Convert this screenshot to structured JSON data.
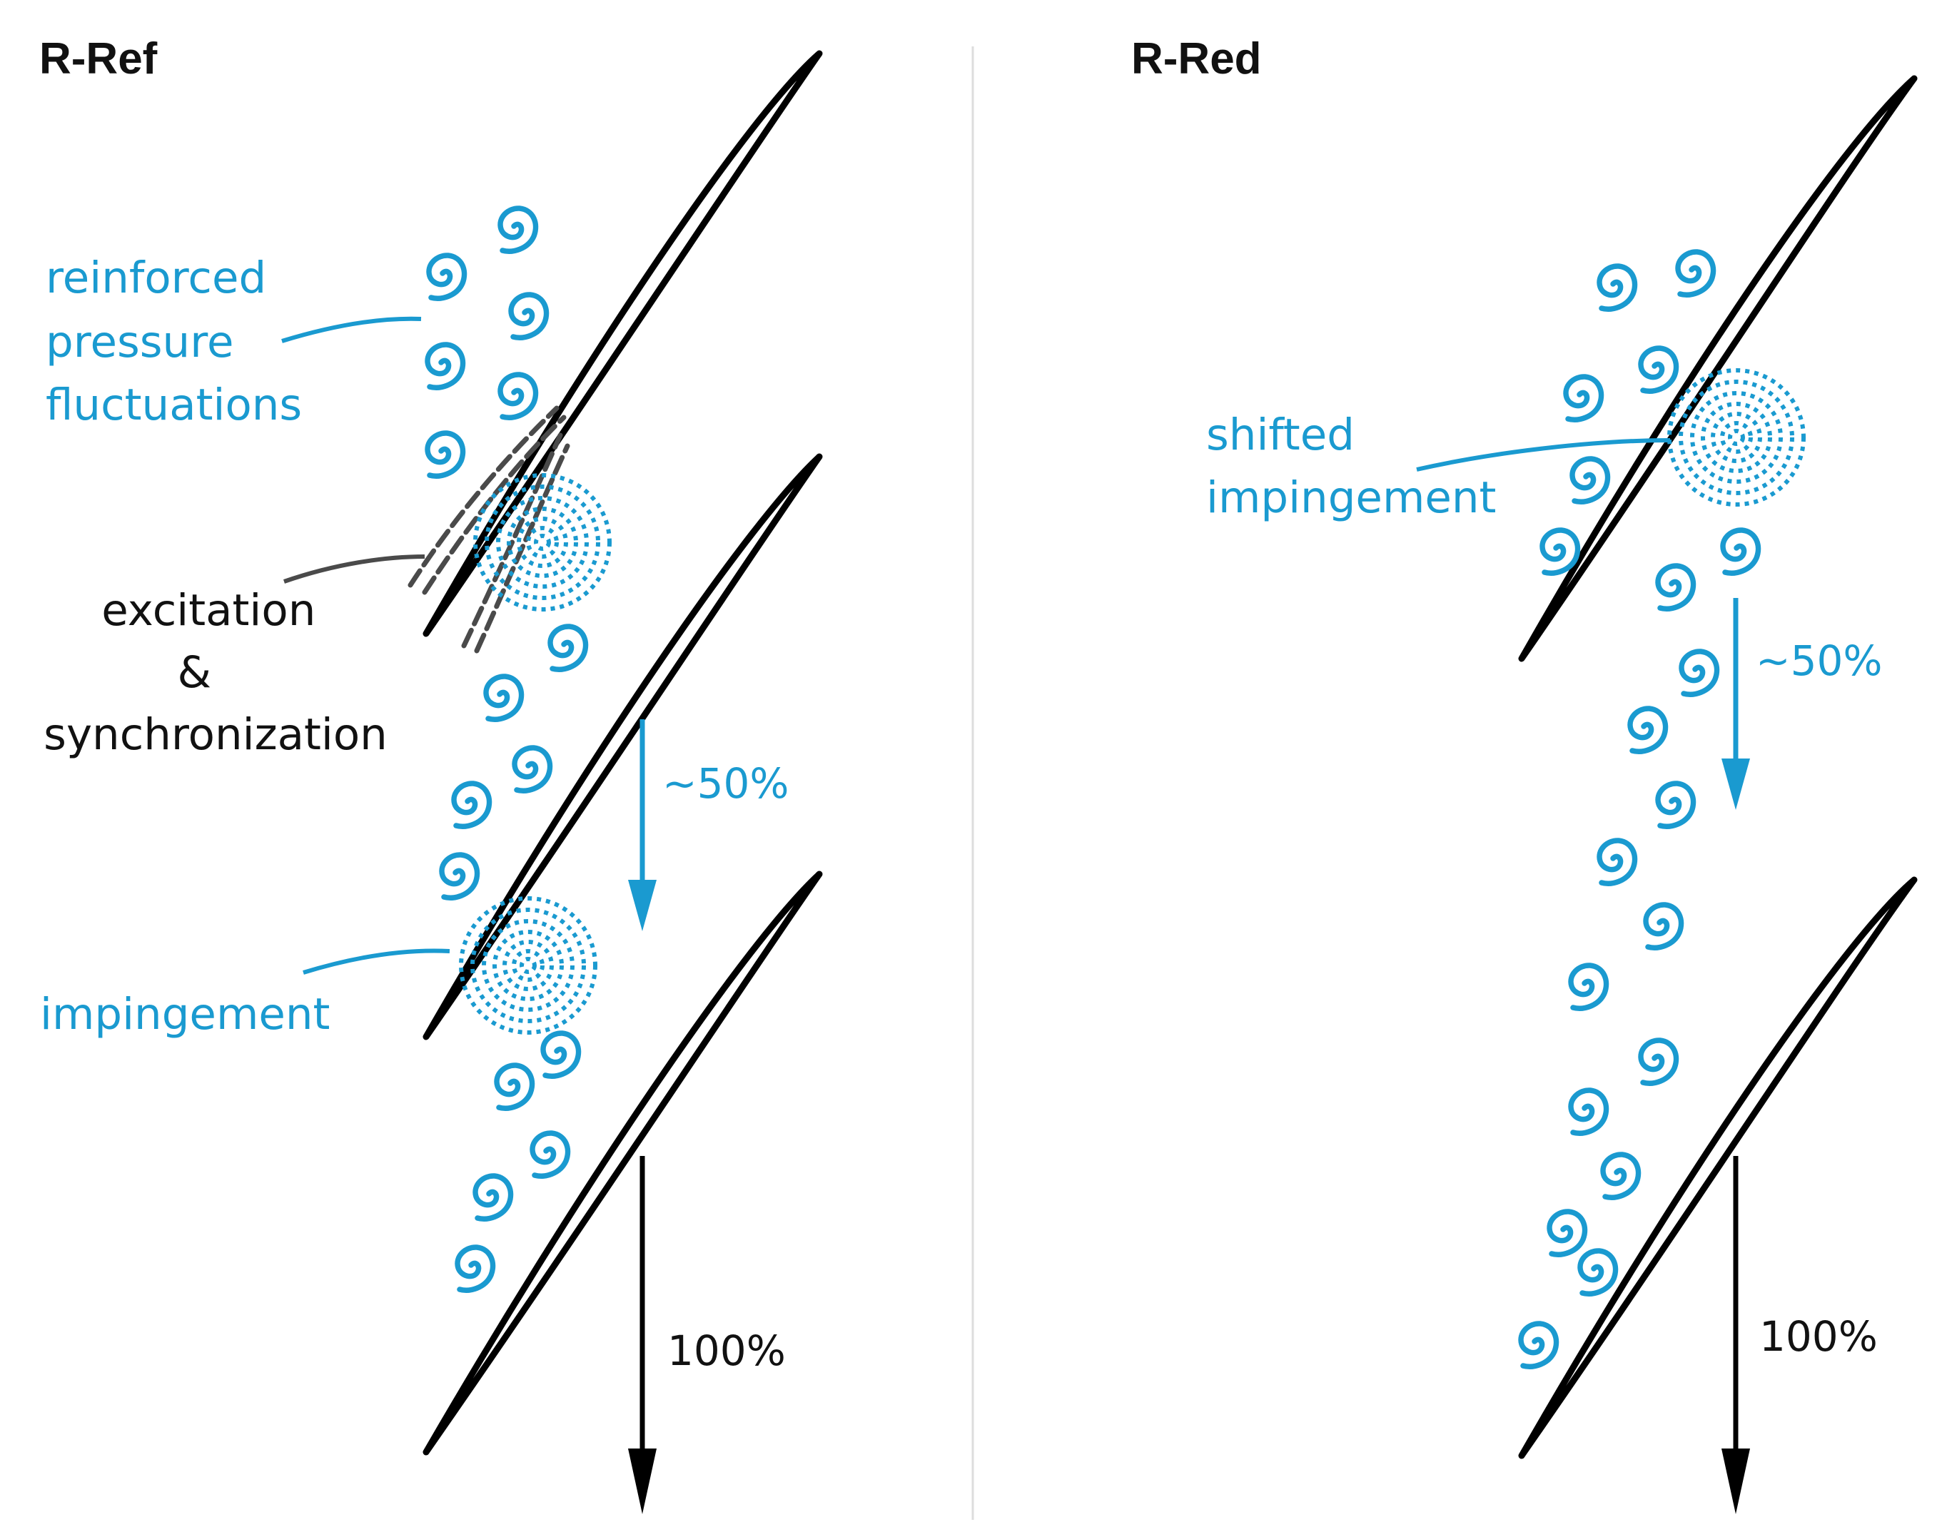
{
  "colors": {
    "accent_blue": "#1a9ad0",
    "blade": "#000000",
    "excitation_line": "#4a4a4a",
    "divider": "#dddddd"
  },
  "panels": [
    {
      "title": "R-Ref",
      "labels": {
        "reinforced": [
          "reinforced",
          "pressure",
          "fluctuations"
        ],
        "excitation": [
          "excitation",
          "&",
          "synchronization"
        ],
        "impingement": "impingement",
        "pct_50": "~50%",
        "pct_100": "100%"
      }
    },
    {
      "title": "R-Red",
      "labels": {
        "shifted": [
          "shifted",
          "impingement"
        ],
        "pct_50": "~50%",
        "pct_100": "100%"
      }
    }
  ]
}
